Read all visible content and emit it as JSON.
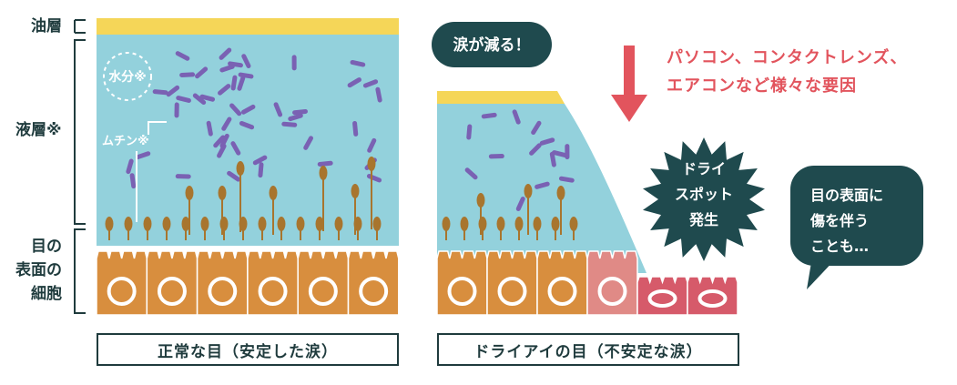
{
  "side_labels": {
    "oil": "油層",
    "liquid": "液層※",
    "cells": [
      "目の",
      "表面の",
      "細胞"
    ]
  },
  "normal_eye": {
    "water_label": "水分※",
    "mucin_label": "ムチン※",
    "caption": "正常な目（安定した涙）"
  },
  "dry_eye": {
    "tears_decrease": "涙が減る！",
    "causes": [
      "パソコン、コンタクトレンズ、",
      "エアコンなど様々な要因"
    ],
    "dry_spot": [
      "ドライ",
      "スポット",
      "発生"
    ],
    "damage": [
      "目の表面に",
      "傷を伴う",
      "ことも…"
    ],
    "caption": "ドライアイの目（不安定な涙）"
  },
  "colors": {
    "oil": "#f5d658",
    "liquid": "#93d1dc",
    "cell": "#d88e3e",
    "damaged_cell_light": "#e08a86",
    "damaged_cell": "#d65a6a",
    "mucin": "#a8752e",
    "water_molecule": "#7a61b3",
    "dark": "#1f3b3d",
    "arrow": "#e2545d"
  }
}
